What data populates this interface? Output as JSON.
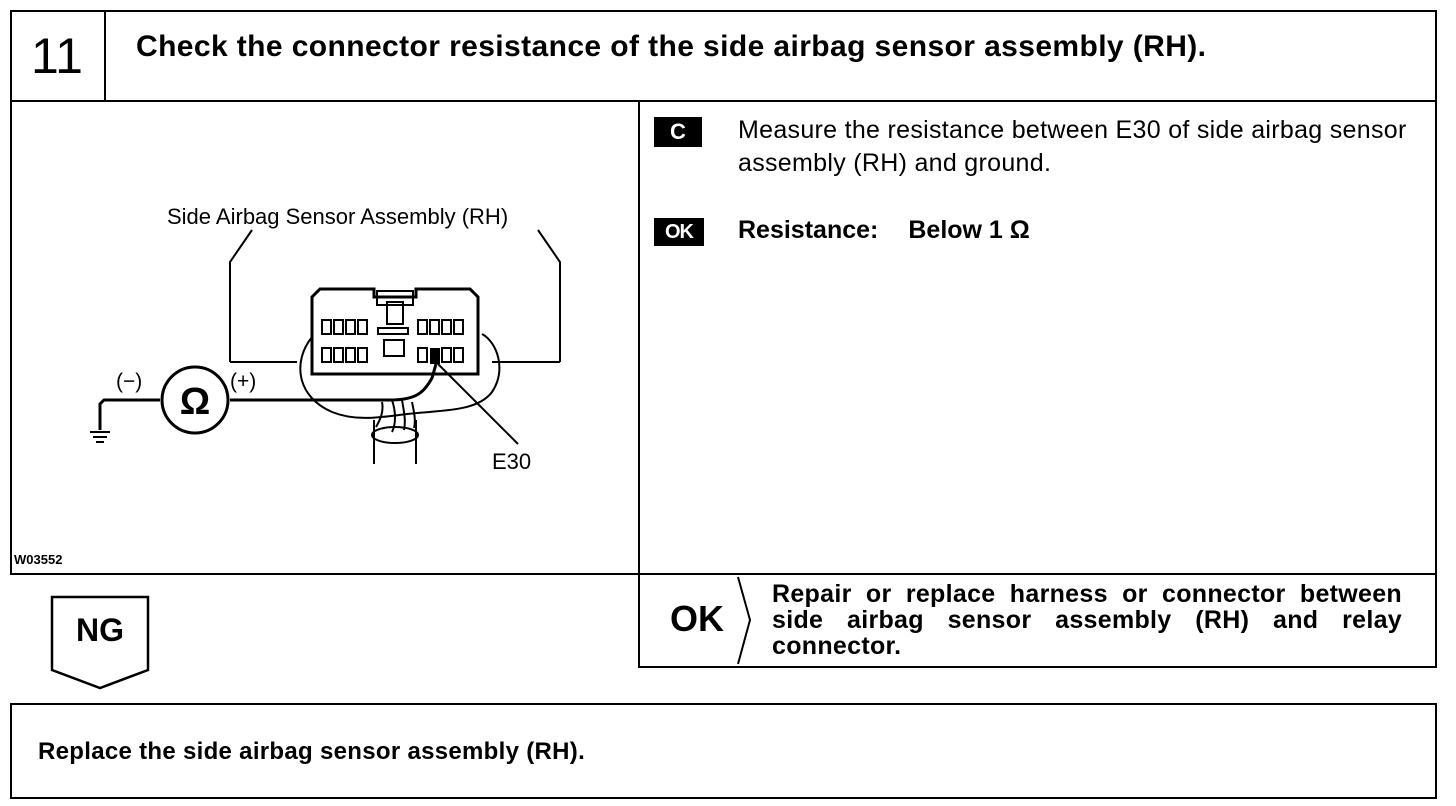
{
  "header": {
    "step_number": "11",
    "title": "Check the connector resistance of the side airbag sensor assembly (RH)."
  },
  "figure": {
    "component_label": "Side Airbag Sensor Assembly (RH)",
    "negative_label": "(−)",
    "positive_label": "(+)",
    "meter_symbol": "Ω",
    "terminal_label": "E30",
    "figure_id": "W03552"
  },
  "procedure": {
    "badge_c": "C",
    "instruction": "Measure the resistance between E30 of side airbag sensor assembly (RH) and ground.",
    "badge_ok": "OK",
    "spec_label": "Resistance:",
    "spec_value": "Below 1 Ω"
  },
  "ok_result": {
    "label": "OK",
    "text": "Repair or replace harness or connector between side airbag sensor assembly (RH) and relay connector."
  },
  "ng_result": {
    "label": "NG",
    "text": "Replace the side airbag sensor assembly (RH)."
  }
}
